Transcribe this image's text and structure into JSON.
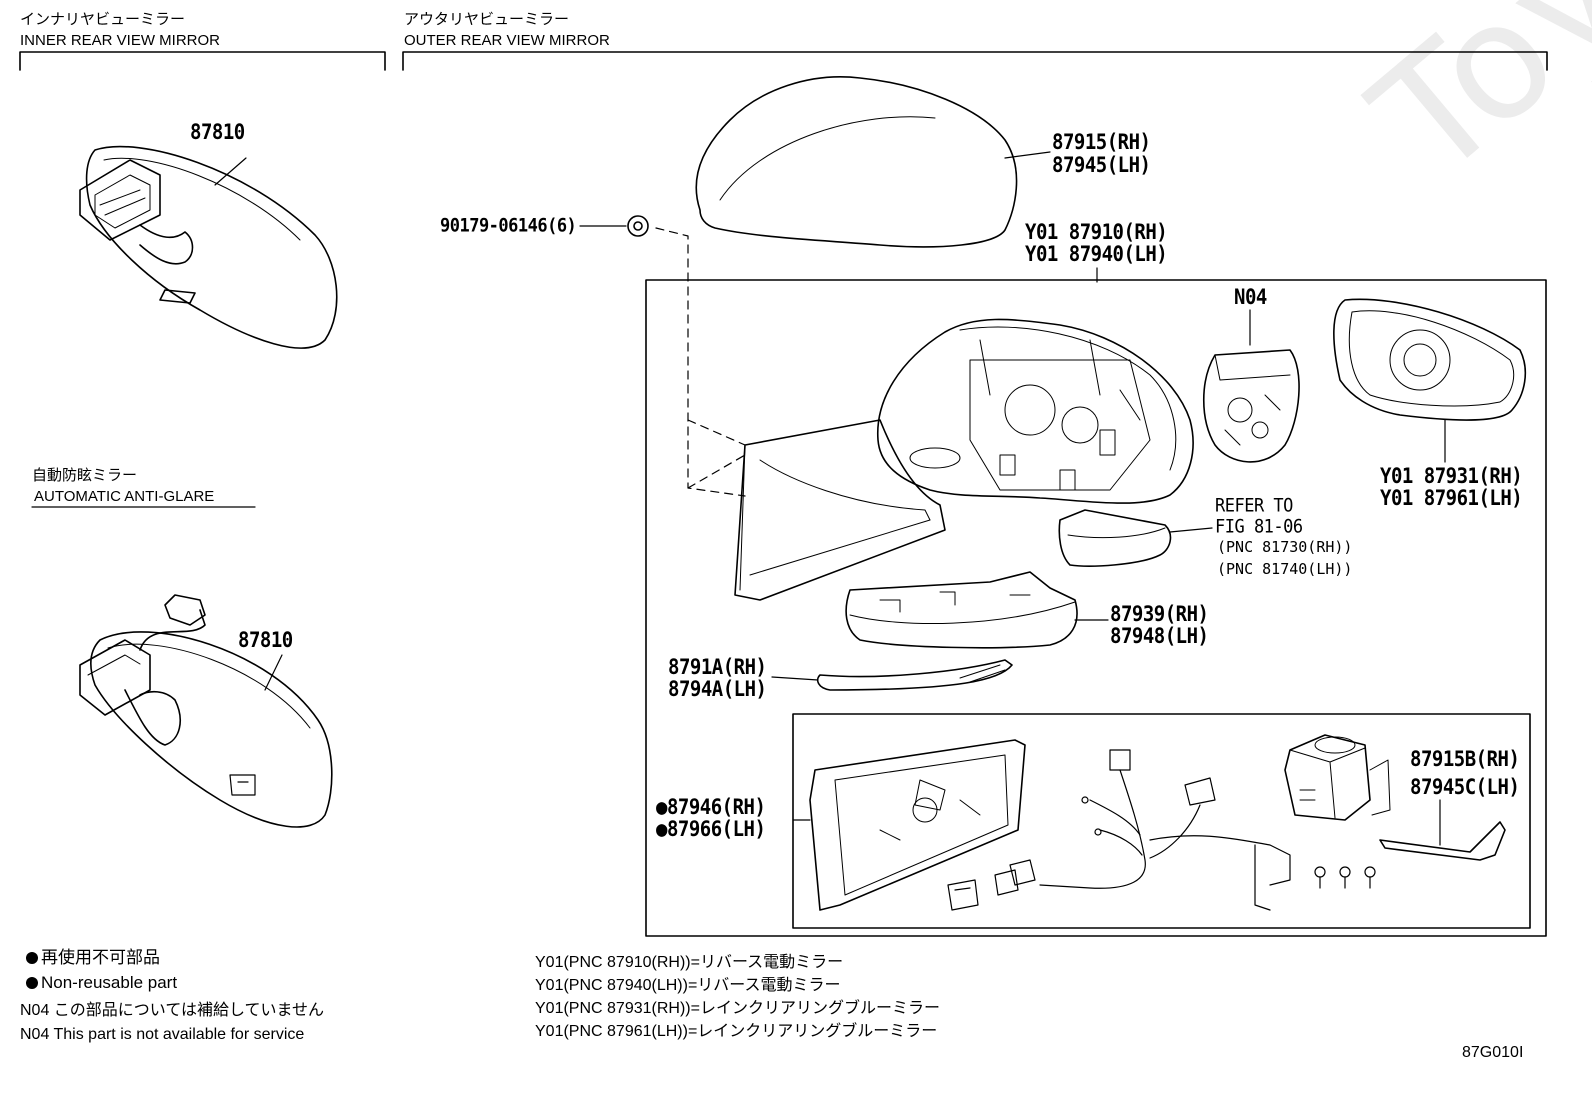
{
  "watermark": "ToyotaCarline.ru",
  "headers": {
    "inner_jp": "インナリヤビューミラー",
    "inner_en": "INNER REAR VIEW MIRROR",
    "outer_jp": "アウタリヤビューミラー",
    "outer_en": "OUTER REAR VIEW MIRROR",
    "auto_jp": "自動防眩ミラー",
    "auto_en": "AUTOMATIC ANTI-GLARE"
  },
  "parts": {
    "inner_top": "87810",
    "inner_bottom": "87810",
    "cover_rh": "87915(RH)",
    "cover_lh": "87945(LH)",
    "screw": "90179-06146(6)",
    "assy_rh": "Y01 87910(RH)",
    "assy_lh": "Y01 87940(LH)",
    "n04": "N04",
    "glass_rh": "Y01 87931(RH)",
    "glass_lh": "Y01 87961(LH)",
    "refer_to": "REFER TO",
    "refer_fig": "FIG 81-06",
    "pnc_rh": "(PNC 81730(RH))",
    "pnc_lh": "(PNC 81740(LH))",
    "lamp_rh": "87939(RH)",
    "lamp_lh": "87948(LH)",
    "strip_rh": "8791A(RH)",
    "strip_lh": "8794A(LH)",
    "sub_rh": "●87946(RH)",
    "sub_lh": "●87966(LH)",
    "motor_rh": "87915B(RH)",
    "motor_lh": "87945C(LH)"
  },
  "legend": {
    "bullet_jp": "● 再使用不可部品",
    "bullet_en": "● Non-reusable part",
    "n04_jp": "N04 この部品については補給していません",
    "n04_en": "N04 This part is not available for service"
  },
  "notes": [
    "Y01(PNC 87910(RH))=リバース電動ミラー",
    "Y01(PNC 87940(LH))=リバース電動ミラー",
    "Y01(PNC 87931(RH))=レインクリアリングブルーミラー",
    "Y01(PNC 87961(LH))=レインクリアリングブルーミラー"
  ],
  "figure_id": "87G010I"
}
